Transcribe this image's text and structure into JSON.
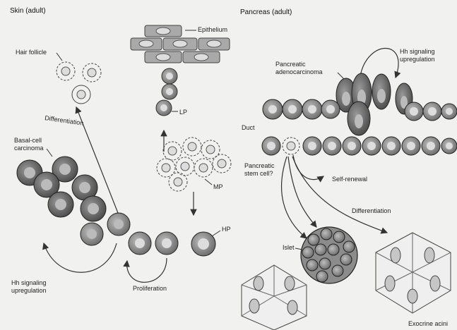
{
  "skin": {
    "title": "Skin (adult)",
    "hair_follicle": "Hair follicle",
    "epithelium": "Epithelium",
    "lp": "LP",
    "mp": "MP",
    "hp": "HP",
    "differentiation": "Differentiation",
    "bcc_line1": "Basal-cell",
    "bcc_line2": "carcinoma",
    "hh_line1": "Hh signaling",
    "hh_line2": "upregulation",
    "proliferation": "Proliferation"
  },
  "pancreas": {
    "title": "Pancreas (adult)",
    "hh_line1": "Hh signaling",
    "hh_line2": "upregulation",
    "adeno_line1": "Pancreatic",
    "adeno_line2": "adenocarcinoma",
    "duct": "Duct",
    "stem_line1": "Pancreatic",
    "stem_line2": "stem cell?",
    "self_renewal": "Self-renewal",
    "differentiation": "Differentiation",
    "islet": "Islet",
    "exocrine": "Exocrine acini"
  },
  "colors": {
    "cell_fill": "#a9a9a9",
    "cell_dark": "#6f6f6f",
    "nucleus": "#d9d9d9",
    "line": "#333333",
    "background": "#f1f1ef"
  }
}
